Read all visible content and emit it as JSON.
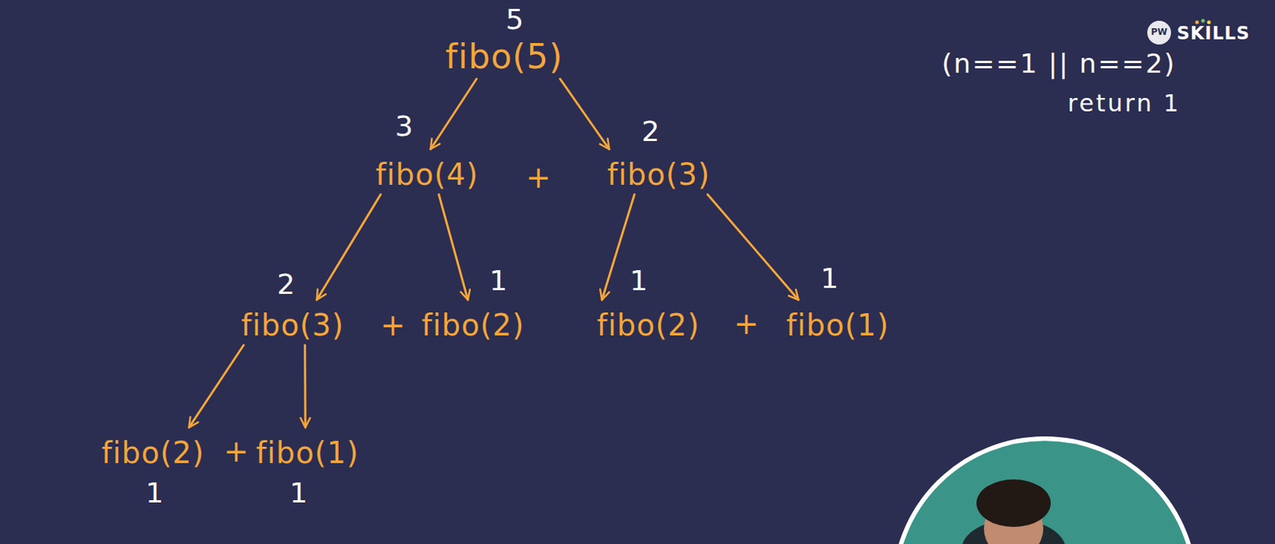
{
  "diagram": {
    "nodes": [
      {
        "text": [
          "fibo(5)",
          "5"
        ]
      },
      {
        "text": [
          "fibo(4)",
          "3"
        ]
      },
      {
        "text": [
          "fibo(3)",
          "2"
        ]
      },
      {
        "text": [
          "fibo(3)",
          "2"
        ]
      },
      {
        "text": [
          "fibo(2)",
          "1"
        ]
      },
      {
        "text": [
          "fibo(2)",
          "1"
        ]
      },
      {
        "text": [
          "fibo(1)",
          "1"
        ]
      },
      {
        "text": [
          "fibo(2)",
          "1"
        ]
      },
      {
        "text": [
          "fibo(1)",
          "1"
        ]
      }
    ],
    "edges": [
      {
        "from": 0,
        "to": 1,
        "arrow": "to"
      },
      {
        "from": 0,
        "to": 2,
        "arrow": "to"
      },
      {
        "from": 1,
        "to": 3,
        "arrow": "to"
      },
      {
        "from": 1,
        "to": 4,
        "arrow": "to"
      },
      {
        "from": 2,
        "to": 5,
        "arrow": "to"
      },
      {
        "from": 2,
        "to": 6,
        "arrow": "to"
      },
      {
        "from": 3,
        "to": 7,
        "arrow": "to"
      },
      {
        "from": 3,
        "to": 8,
        "arrow": "to"
      }
    ],
    "labels": [
      "+",
      "+",
      "+",
      "+",
      "(n==1 || n==2)",
      "return 1",
      "PW",
      "SKILLS"
    ]
  }
}
